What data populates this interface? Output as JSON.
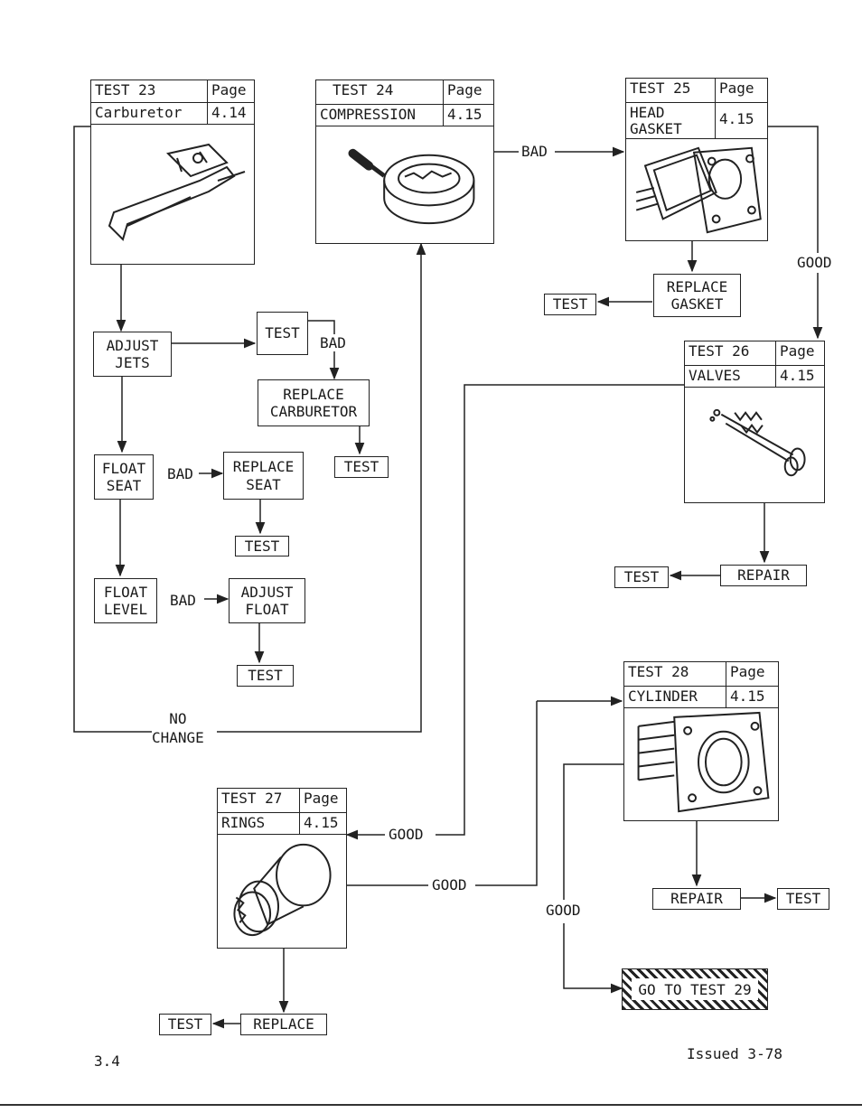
{
  "tests": {
    "t23": {
      "title": "TEST 23",
      "page_label": "Page",
      "name": "Carburetor",
      "page": "4.14",
      "image": "carburetor-illustration"
    },
    "t24": {
      "title": "TEST 24",
      "page_label": "Page",
      "name": "COMPRESSION",
      "page": "4.15",
      "image": "compression-gauge-illustration"
    },
    "t25": {
      "title": "TEST 25",
      "page_label": "Page",
      "name": "HEAD\nGASKET",
      "page": "4.15",
      "image": "head-gasket-illustration"
    },
    "t26": {
      "title": "TEST 26",
      "page_label": "Page",
      "name": "VALVES",
      "page": "4.15",
      "image": "valves-illustration"
    },
    "t27": {
      "title": "TEST 27",
      "page_label": "Page",
      "name": "RINGS",
      "page": "4.15",
      "image": "piston-rings-illustration"
    },
    "t28": {
      "title": "TEST 28",
      "page_label": "Page",
      "name": "CYLINDER",
      "page": "4.15",
      "image": "cylinder-illustration"
    }
  },
  "nodes": {
    "adjust_jets": "ADJUST\nJETS",
    "test_a": "TEST",
    "replace_carburetor": "REPLACE\nCARBURETOR",
    "test_b": "TEST",
    "float_seat": "FLOAT\nSEAT",
    "replace_seat": "REPLACE\nSEAT",
    "test_c": "TEST",
    "float_level": "FLOAT\nLEVEL",
    "adjust_float": "ADJUST\nFLOAT",
    "test_d": "TEST",
    "replace_gasket": "REPLACE\nGASKET",
    "test_e": "TEST",
    "repair_valves": "REPAIR",
    "test_f": "TEST",
    "repair_cylinder": "REPAIR",
    "test_g": "TEST",
    "replace_rings": "REPLACE",
    "test_h": "TEST",
    "go_to_test": "GO TO TEST 29"
  },
  "labels": {
    "bad_a": "BAD",
    "bad_b": "BAD",
    "bad_c": "BAD",
    "bad_d": "BAD",
    "good_a": "GOOD",
    "good_b": "GOOD",
    "good_c": "GOOD",
    "good_d": "GOOD",
    "no_change": "NO\nCHANGE"
  },
  "footer": {
    "page_number": "3.4",
    "issued": "Issued 3-78"
  }
}
